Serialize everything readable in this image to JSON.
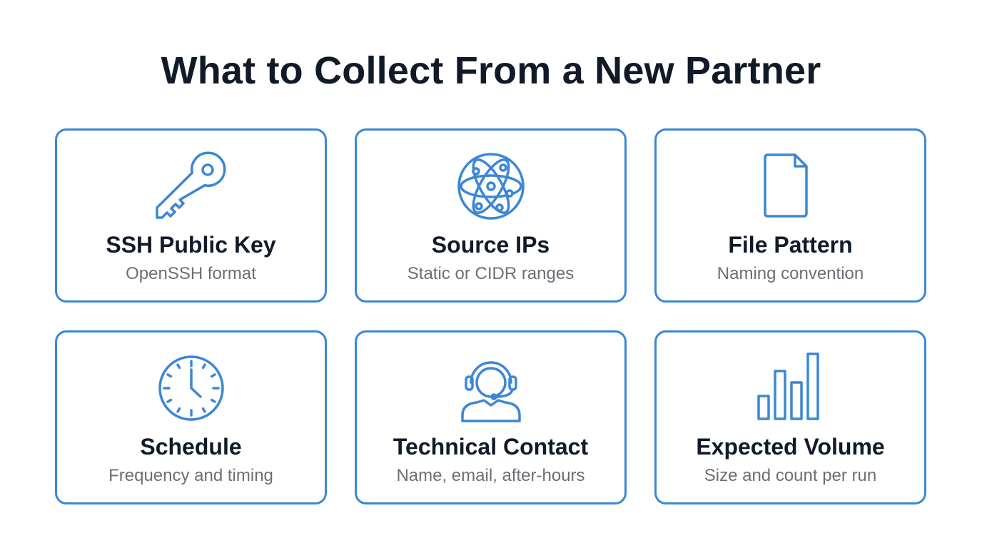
{
  "title": "What to Collect From a New Partner",
  "accent_color": "#3b87d6",
  "cards": [
    {
      "icon": "key-icon",
      "title": "SSH Public Key",
      "subtitle": "OpenSSH format"
    },
    {
      "icon": "network-globe-icon",
      "title": "Source IPs",
      "subtitle": "Static or CIDR ranges"
    },
    {
      "icon": "document-icon",
      "title": "File Pattern",
      "subtitle": "Naming convention"
    },
    {
      "icon": "clock-icon",
      "title": "Schedule",
      "subtitle": "Frequency and timing"
    },
    {
      "icon": "headset-person-icon",
      "title": "Technical Contact",
      "subtitle": "Name, email, after-hours"
    },
    {
      "icon": "bar-chart-icon",
      "title": "Expected Volume",
      "subtitle": "Size and count per run"
    }
  ]
}
